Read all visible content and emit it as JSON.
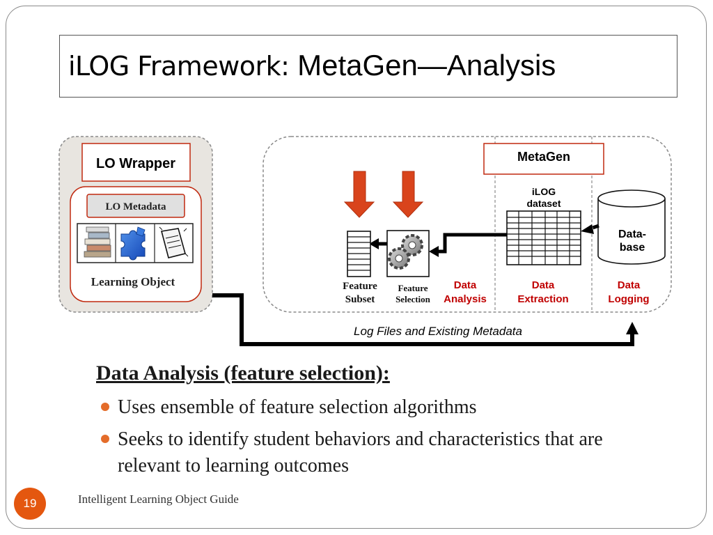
{
  "slide": {
    "title_strong": "iLOG Framework:",
    "title_rest": " MetaGen—Analysis",
    "page_number": "19",
    "footer": "Intelligent Learning Object Guide"
  },
  "diagram": {
    "lo_wrapper": "LO Wrapper",
    "lo_metadata": "LO Metadata",
    "learning_object": "Learning Object",
    "metagen": "MetaGen",
    "ilog_dataset_line1": "iLOG",
    "ilog_dataset_line2": "dataset",
    "database_line1": "Data-",
    "database_line2": "base",
    "feature_subset_line1": "Feature",
    "feature_subset_line2": "Subset",
    "feature_selection_line1": "Feature",
    "feature_selection_line2": "Selection",
    "data_analysis_line1": "Data",
    "data_analysis_line2": "Analysis",
    "data_extraction_line1": "Data",
    "data_extraction_line2": "Extraction",
    "data_logging_line1": "Data",
    "data_logging_line2": "Logging",
    "log_files": "Log Files and Existing Metadata",
    "icons": [
      "books-icon",
      "puzzle-icon",
      "document-icon",
      "gears-icon",
      "database-icon",
      "down-arrow-icon"
    ],
    "colors": {
      "accent_red": "#c0290f",
      "arrow_orange": "#d9441c",
      "stage_text": "#c00000",
      "wrapper_fill": "#e8e5e0"
    }
  },
  "content": {
    "heading": "Data Analysis (feature selection):",
    "bullets": [
      "Uses ensemble of feature selection algorithms",
      "Seeks to identify student behaviors and characteristics that are relevant to learning outcomes"
    ]
  }
}
